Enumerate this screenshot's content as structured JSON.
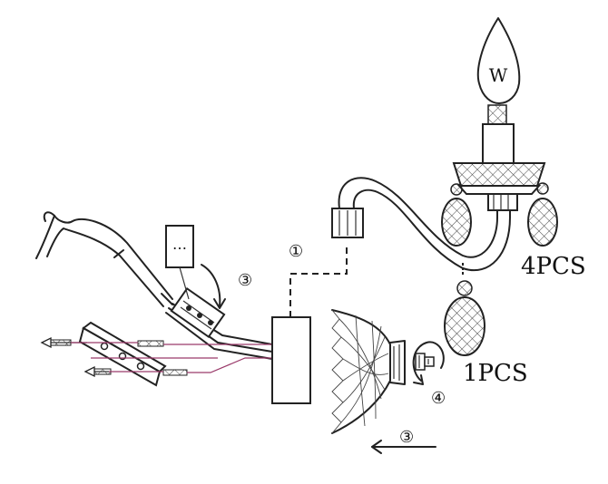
{
  "labels": {
    "step1": "①",
    "step3_top": "③",
    "step3_bottom": "③",
    "step4": "④",
    "bulb_letter": "W",
    "pendants_count": "4PCS",
    "drop_count": "1PCS",
    "junction_label": "…"
  }
}
